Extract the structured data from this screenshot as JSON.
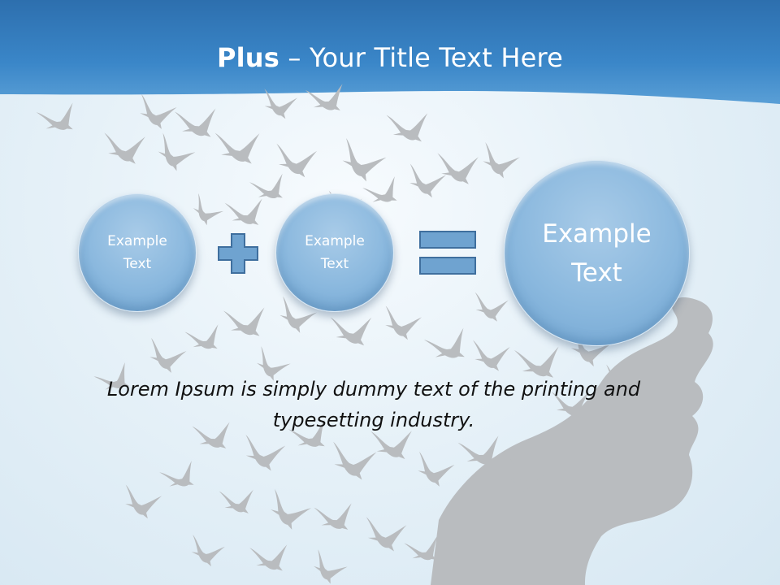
{
  "title": {
    "bold": "Plus",
    "rest": " – Your Title Text Here"
  },
  "diagram": {
    "circle1_label": "Example Text",
    "circle2_label": "Example Text",
    "circle3_label": "Example Text",
    "operator1": "plus-icon",
    "operator2": "equals-icon"
  },
  "body_text": "Lorem Ipsum is simply dummy text of the printing and typesetting industry.",
  "colors": {
    "header_blue": "#2f7ac0",
    "circle_fill": "#8ab8de",
    "operator_fill": "#6fa3d0",
    "bird_gray": "#b9bcbf"
  }
}
